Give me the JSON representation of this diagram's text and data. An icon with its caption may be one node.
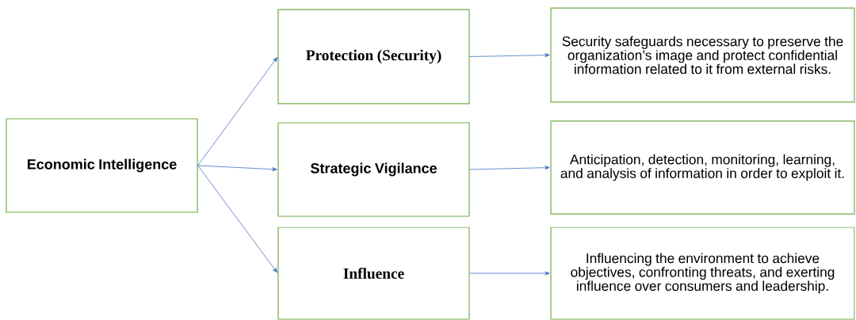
{
  "diagram": {
    "nodes": [
      {
        "text": [
          "Economic Intelligence"
        ]
      },
      {
        "text": [
          "Protection (Security)"
        ]
      },
      {
        "text": [
          "Strategic Vigilance"
        ]
      },
      {
        "text": [
          "Influence"
        ]
      },
      {
        "text": [
          "Security safeguards necessary to preserve the organization’s image and protect confidential information related to it from external risks."
        ]
      },
      {
        "text": [
          "Anticipation, detection, monitoring, learning, and analysis of information in order to exploit it."
        ]
      },
      {
        "text": [
          "Influencing the environment to achieve objectives, confronting threats, and exerting influence over consumers and leadership."
        ]
      }
    ],
    "edges": [
      {
        "from": 0,
        "to": 1,
        "arrow": "to"
      },
      {
        "from": 0,
        "to": 2,
        "arrow": "to"
      },
      {
        "from": 0,
        "to": 3,
        "arrow": "to"
      },
      {
        "from": 1,
        "to": 4,
        "arrow": "to"
      },
      {
        "from": 2,
        "to": 5,
        "arrow": "to"
      },
      {
        "from": 3,
        "to": 6,
        "arrow": "to"
      }
    ]
  }
}
